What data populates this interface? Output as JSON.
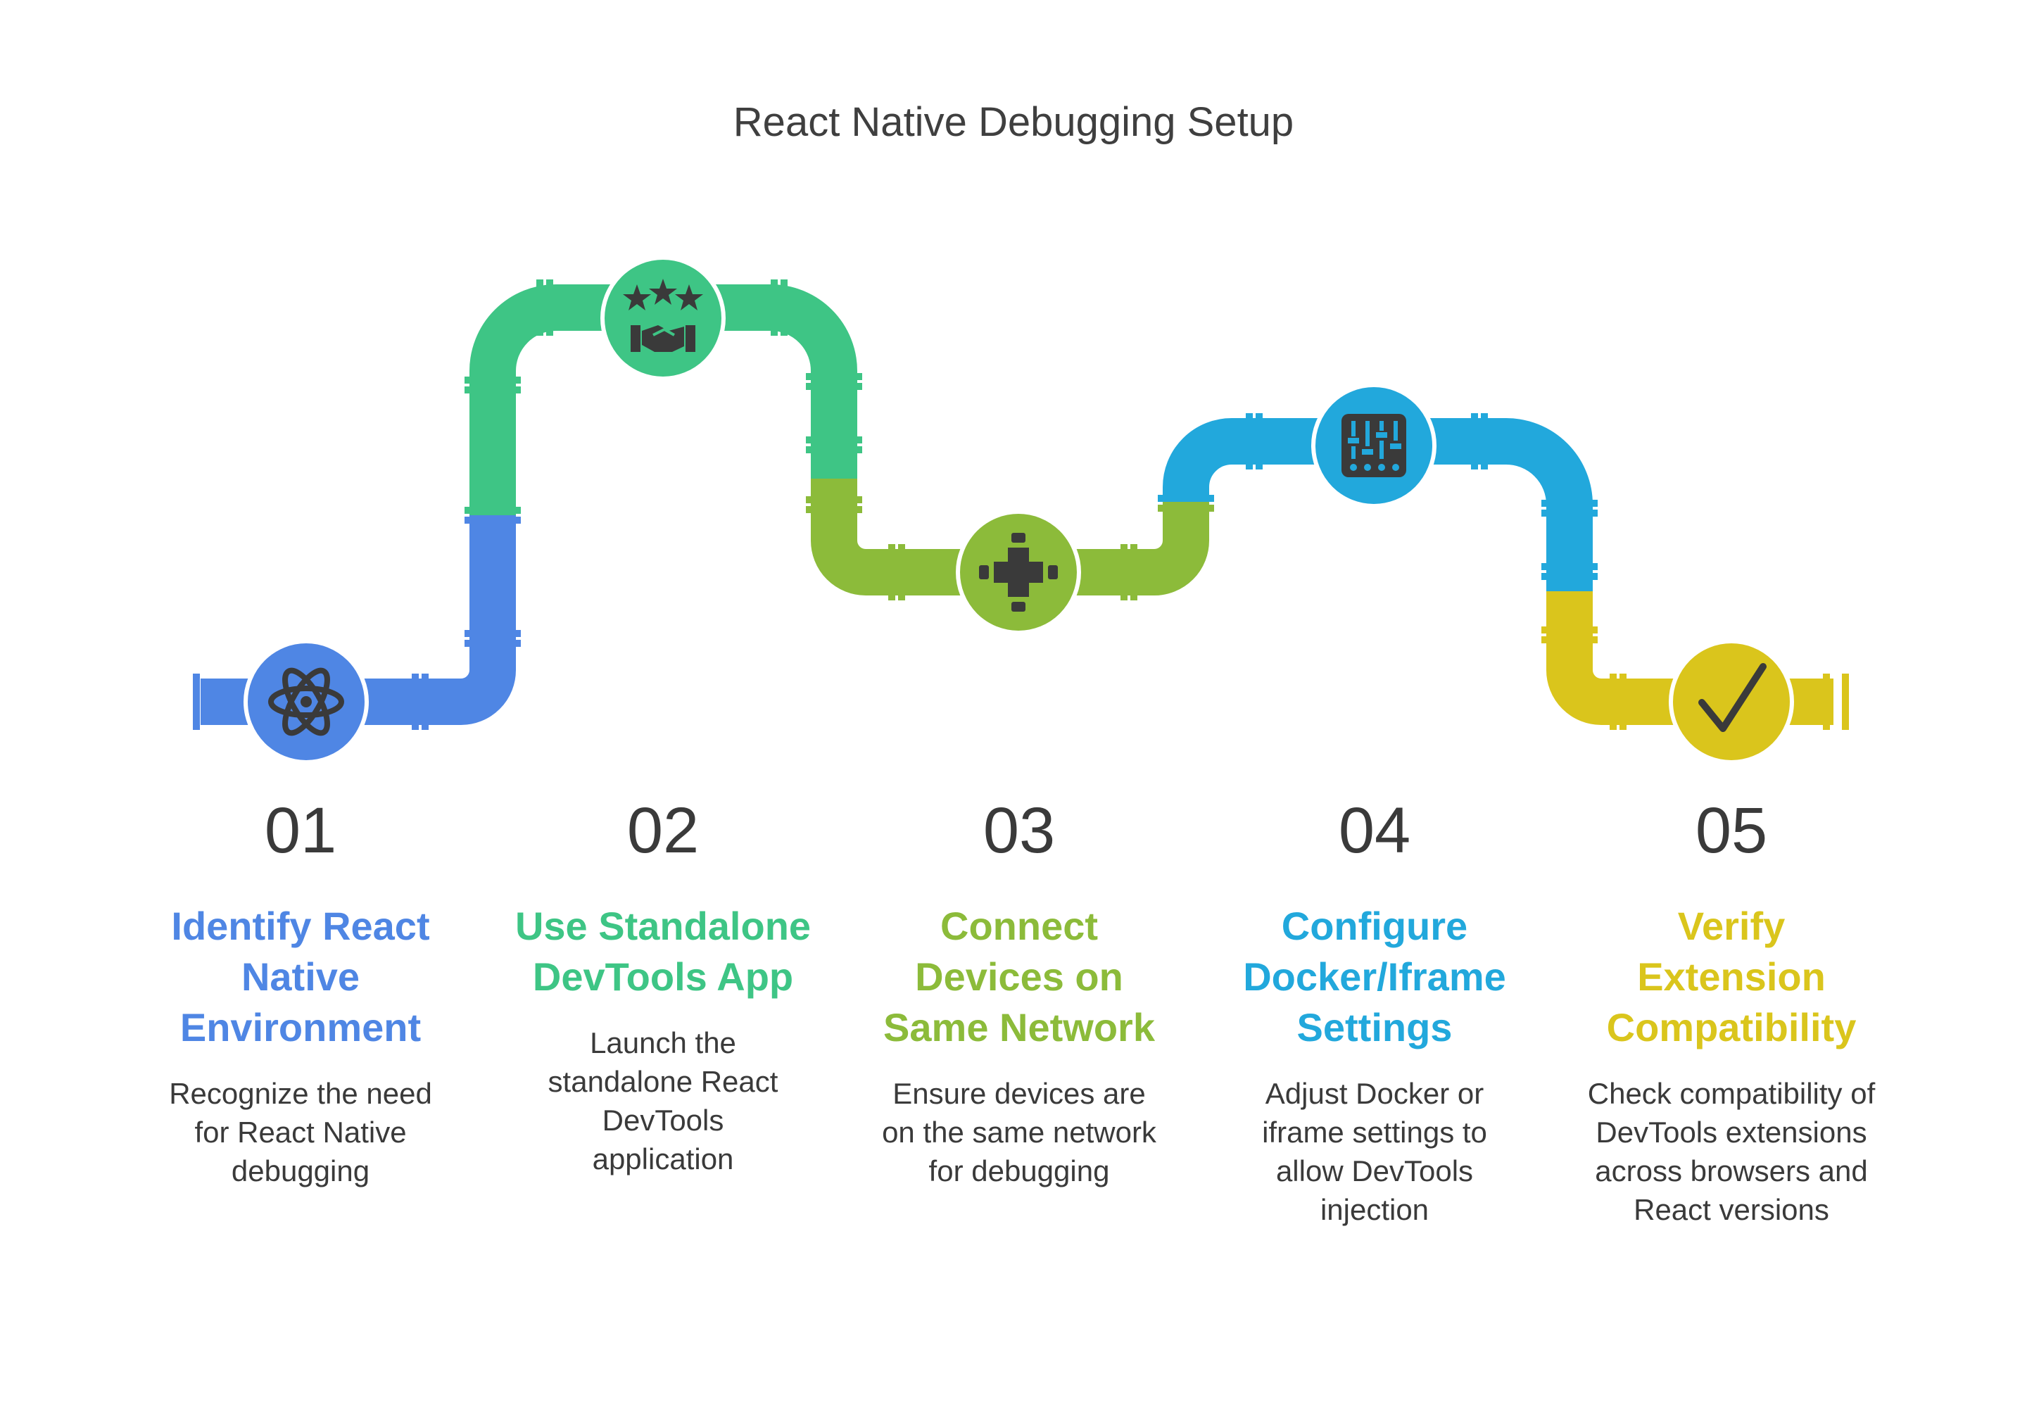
{
  "title": "React Native Debugging Setup",
  "colors": {
    "blue": "#4f86e4",
    "green": "#3ec585",
    "lime": "#8cbb3a",
    "cyan": "#22a8dc",
    "yellow": "#dac51c",
    "icon": "#3a3a3a"
  },
  "steps": [
    {
      "number": "01",
      "heading": "Identify React Native Environment",
      "description": "Recognize the need for React Native debugging",
      "icon": "react-atom-icon",
      "color": "#4f86e4"
    },
    {
      "number": "02",
      "heading": "Use Standalone DevTools App",
      "description": "Launch the standalone React DevTools application",
      "icon": "handshake-stars-icon",
      "color": "#3ec585"
    },
    {
      "number": "03",
      "heading": "Connect Devices on Same Network",
      "description": "Ensure devices are on the same network for debugging",
      "icon": "network-cross-icon",
      "color": "#8cbb3a"
    },
    {
      "number": "04",
      "heading": "Configure Docker/Iframe Settings",
      "description": "Adjust Docker or iframe settings to allow DevTools injection",
      "icon": "sliders-icon",
      "color": "#22a8dc"
    },
    {
      "number": "05",
      "heading": "Verify Extension Compatibility",
      "description": "Check compatibility of DevTools extensions across browsers and React versions",
      "icon": "checkmark-icon",
      "color": "#dac51c"
    }
  ]
}
